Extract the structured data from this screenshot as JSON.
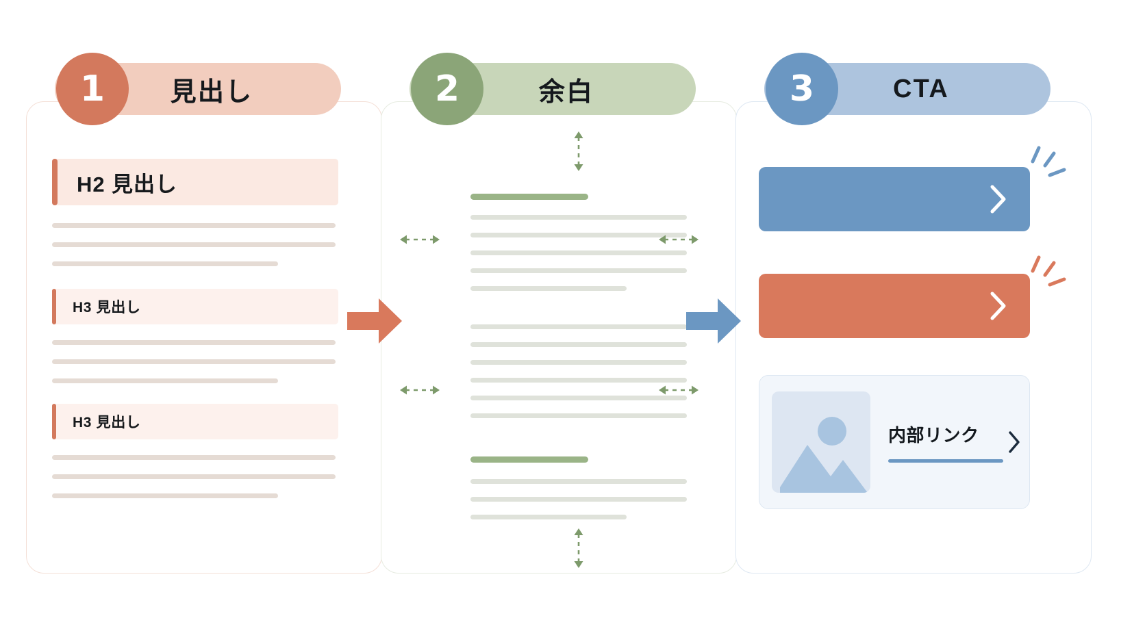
{
  "steps": [
    {
      "number": "1",
      "title": "見出し",
      "accent": "#d3795d",
      "pill_bg": "#f2cdbe",
      "border": "#f4dfd6"
    },
    {
      "number": "2",
      "title": "余白",
      "accent": "#8ba578",
      "pill_bg": "#c8d6b9",
      "border": "#e6ebe0"
    },
    {
      "number": "3",
      "title": "CTA",
      "accent": "#6b97c2",
      "pill_bg": "#adc4de",
      "border": "#dde7f2"
    }
  ],
  "panel1": {
    "h2_label": "H2 見出し",
    "h3_labels": [
      "H3 見出し",
      "H3 見出し"
    ],
    "line_color": "#e5dbd4",
    "highlight_h2_bg": "#fbe9e2",
    "highlight_h3_bg": "#fdf1ed",
    "bar_color": "#d3795d"
  },
  "panel2": {
    "line_color": "#dfe2da",
    "accent_line_color": "#9ab487",
    "spacer_arrow_color": "#7d9a6b",
    "arrows": {
      "top": "vertical-double-arrow",
      "bottom": "vertical-double-arrow",
      "left": "horizontal-double-arrow",
      "right": "horizontal-double-arrow"
    }
  },
  "panel3": {
    "primary_button_color": "#6b97c2",
    "secondary_button_color": "#d9795c",
    "chevron_icon": "chevron-right",
    "link_card": {
      "title": "内部リンク",
      "thumb_icon": "image-placeholder-icon",
      "underline_color": "#6b97c2",
      "chevron_color": "#1b2b3d",
      "card_bg": "#f2f6fb"
    },
    "sparkle_colors": [
      "#6b97c2",
      "#d9795c"
    ]
  },
  "connectors": [
    {
      "name": "arrow-step1-to-step2",
      "color": "#d9795c"
    },
    {
      "name": "arrow-step2-to-step3",
      "color": "#6b97c2"
    }
  ],
  "background": "#ffffff"
}
